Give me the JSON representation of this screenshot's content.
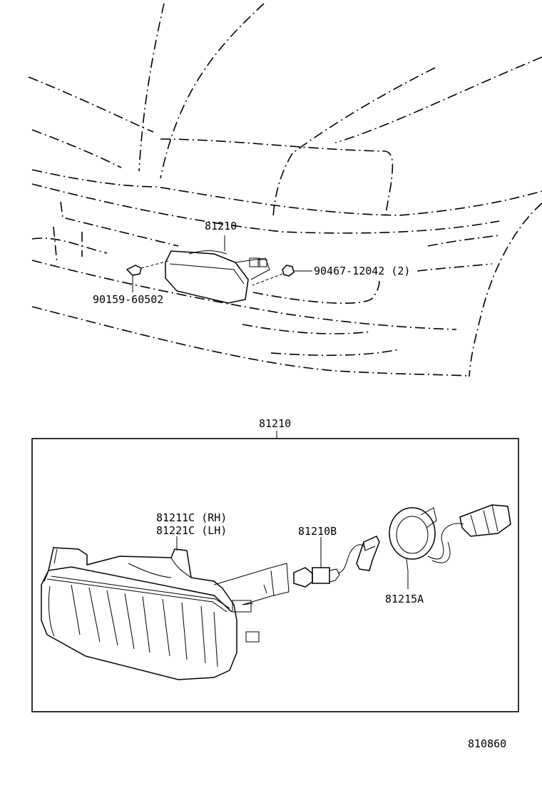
{
  "overview": {
    "assembly_label": "81210",
    "clip_label": "90159-60502",
    "nut_label": "90467-12042 (2)"
  },
  "detail": {
    "assembly_label": "81210",
    "lamp_rh_label": "81211C (RH)",
    "lamp_lh_label": "81221C (LH)",
    "bulb_label": "81210B",
    "socket_label": "81215A"
  },
  "figure_code": "810860"
}
